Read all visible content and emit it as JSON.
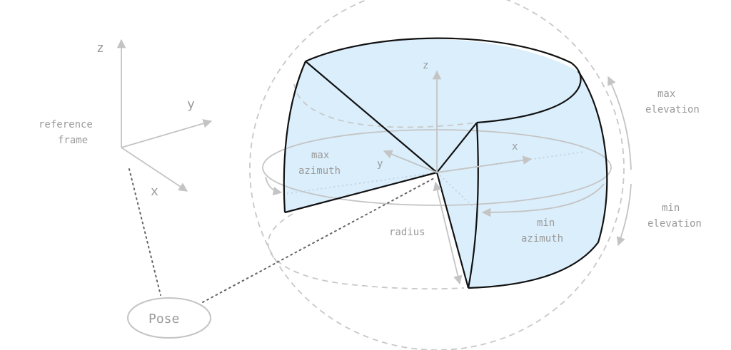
{
  "reference_frame": {
    "label_line1": "reference",
    "label_line2": "frame",
    "axis_z": "z",
    "axis_y": "y",
    "axis_x": "x"
  },
  "pose": {
    "label": "Pose"
  },
  "region": {
    "axis_z": "z",
    "axis_y": "y",
    "axis_x": "x",
    "max_azimuth_line1": "max",
    "max_azimuth_line2": "azimuth",
    "min_azimuth_line1": "min",
    "min_azimuth_line2": "azimuth",
    "radius": "radius",
    "max_elevation_line1": "max",
    "max_elevation_line2": "elevation",
    "min_elevation_line1": "min",
    "min_elevation_line2": "elevation"
  },
  "colors": {
    "region_fill": "#dbeefc",
    "edge": "#111111",
    "guide": "#c4c4c4",
    "label": "#9a9a9a"
  }
}
